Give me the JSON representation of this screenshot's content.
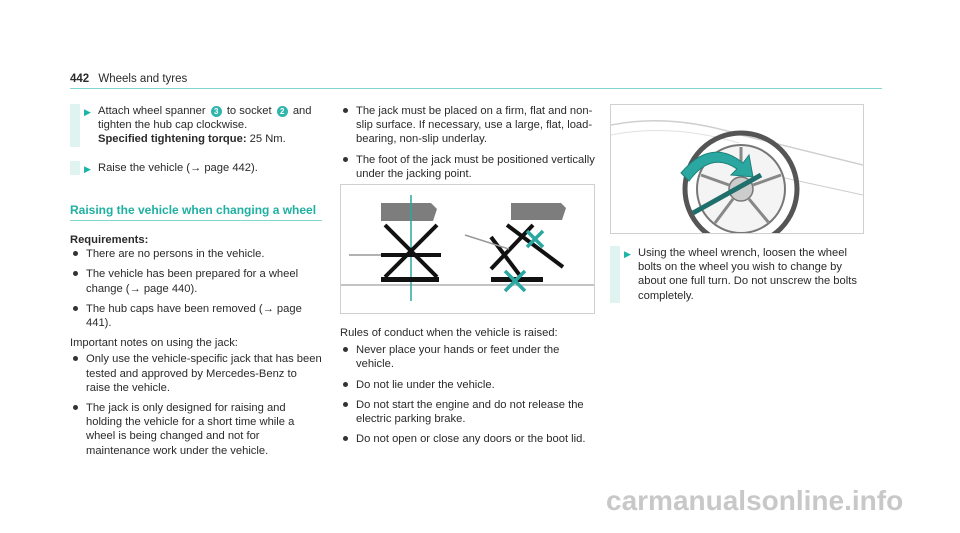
{
  "header": {
    "page_number": "442",
    "section": "Wheels and tyres"
  },
  "col1": {
    "step1": {
      "pre": "Attach wheel spanner",
      "badge_a": "3",
      "mid": "to socket",
      "badge_b": "2",
      "post": "and tighten the hub cap clockwise.",
      "spec_label": "Specified tightening torque:",
      "spec_value": "25 Nm."
    },
    "step2": {
      "text": "Raise the vehicle (→ page 442)."
    },
    "section_heading": "Raising the vehicle when changing a wheel",
    "requirements_label": "Requirements:",
    "requirements": [
      "There are no persons in the vehicle.",
      "The vehicle has been prepared for a wheel change (→ page 440).",
      "The hub caps have been removed (→ page 441)."
    ],
    "notes_label": "Important notes on using the jack:",
    "notes": [
      "Only use the vehicle-specific jack that has been tested and approved by Mercedes-Benz to raise the vehicle.",
      "The jack is only designed for raising and holding the vehicle for a short time while a wheel is being changed and not for maintenance work under the vehicle."
    ]
  },
  "col2": {
    "bullets": [
      "The jack must be placed on a firm, flat and non-slip surface. If necessary, use a large, flat, load-bearing, non-slip underlay.",
      "The foot of the jack must be positioned vertically under the jacking point."
    ],
    "rules_label": "Rules of conduct when the vehicle is raised:",
    "rules": [
      "Never place your hands or feet under the vehicle.",
      "Do not lie under the vehicle.",
      "Do not start the engine and do not release the electric parking brake.",
      "Do not open or close any doors or the boot lid."
    ]
  },
  "col3": {
    "step": "Using the wheel wrench, loosen the wheel bolts on the wheel you wish to change by about one full turn. Do not unscrew the bolts completely."
  },
  "watermark": "carmanualsonline.info",
  "colors": {
    "accent": "#1fb0a2",
    "rule": "#7fd8d0",
    "instr_bg": "#dff3f0",
    "figure_arrow": "#2aa7a0"
  }
}
